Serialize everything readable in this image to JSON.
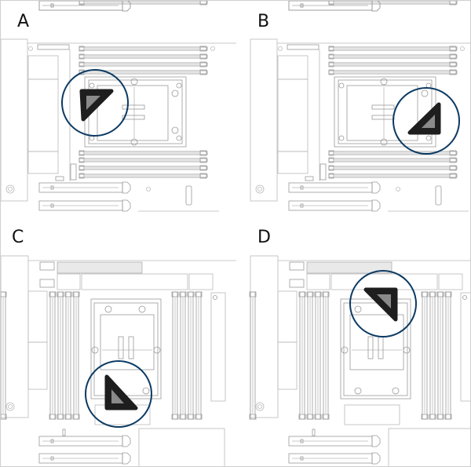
{
  "panels": [
    {
      "label": "A"
    },
    {
      "label": "B"
    },
    {
      "label": "C"
    },
    {
      "label": "D"
    }
  ],
  "colors": {
    "callout_circle": "#0b3a63",
    "marker_fill": "#1e1e1e",
    "marker_inner": "#8a8a8a",
    "board_lines": "#b9b9b9"
  }
}
